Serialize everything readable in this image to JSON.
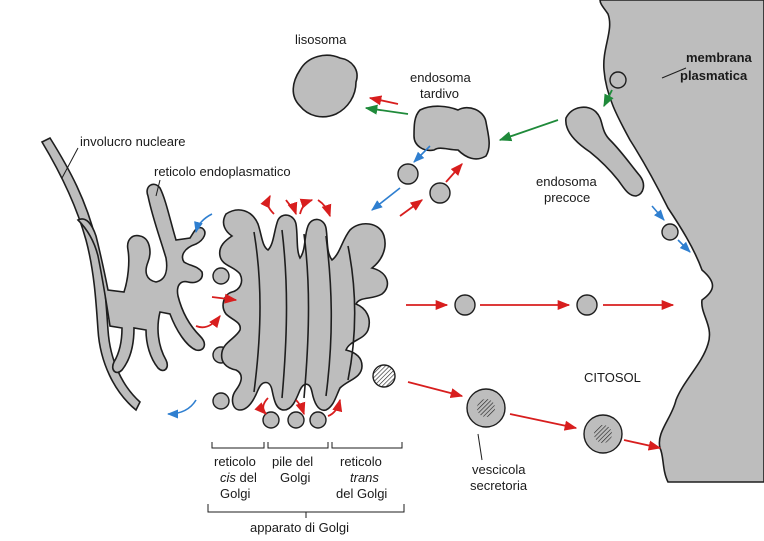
{
  "labels": {
    "lisosoma": "lisosoma",
    "endosoma_tardivo_1": "endosoma",
    "endosoma_tardivo_2": "tardivo",
    "membrana_1": "membrana",
    "membrana_2": "plasmatica",
    "involucro": "involucro nucleare",
    "reticolo_endo": "reticolo endoplasmatico",
    "endosoma_precoce_1": "endosoma",
    "endosoma_precoce_2": "precoce",
    "citosol": "CITOSOL",
    "cis_1": "reticolo",
    "cis_2a": "cis",
    "cis_2b": " del",
    "cis_3": "Golgi",
    "pile_1": "pile del",
    "pile_2": "Golgi",
    "trans_1": "reticolo",
    "trans_2": "trans",
    "trans_3": "del Golgi",
    "vescicola_1": "vescicola",
    "vescicola_2": "secretoria",
    "apparato": "apparato di Golgi"
  },
  "colors": {
    "organelle_fill": "#bdbdbd",
    "outline": "#1e1e1e",
    "secretory_arrow": "#d81e1e",
    "retrograde_arrow": "#2f7fd0",
    "lysosome_arrow": "#1f8a3a"
  }
}
